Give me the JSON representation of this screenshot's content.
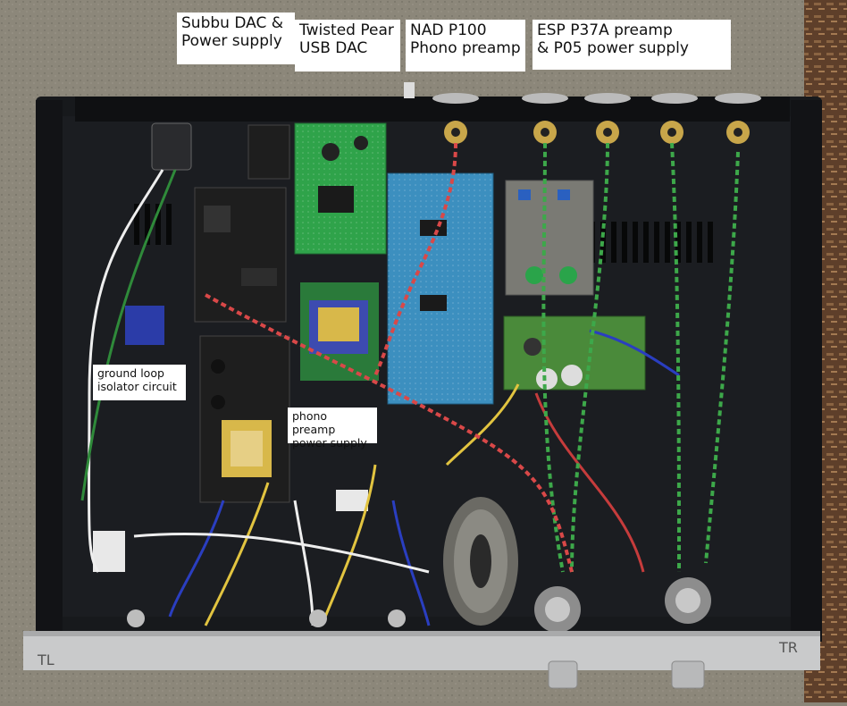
{
  "labels": {
    "subbu_dac": "Subbu DAC &\nPower supply",
    "twisted_pear": "Twisted Pear\nUSB DAC",
    "nad_p100": "NAD P100\nPhono preamp",
    "esp_p37a": "ESP P37A preamp\n& P05 power supply",
    "ground_loop": "ground loop\nisolator circuit",
    "phono_psu": "phono preamp\npower supply"
  },
  "chassis_marks": {
    "left_corner": "TL",
    "right_corner": "TR"
  },
  "colors": {
    "chassis": "#17191c",
    "front_panel": "#c9cacb",
    "blue_pcb": "#3c8fbf",
    "green_pcb": "#2fa34a",
    "pcb_black": "#1e1e1e",
    "ground_background": "#8a8578",
    "mulch": "#6b4a33"
  }
}
